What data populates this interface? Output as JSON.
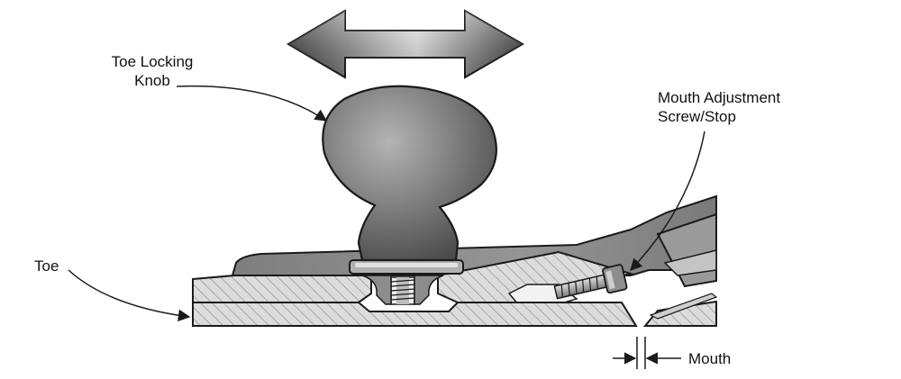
{
  "labels": {
    "knob": [
      "Toe Locking",
      "Knob"
    ],
    "screw": [
      "Mouth Adjustment",
      "Screw/Stop"
    ],
    "toe": "Toe",
    "mouth": "Mouth"
  },
  "colors": {
    "line": "#1a1a1a",
    "knob_dark": "#5a5a5a",
    "knob_light": "#a8a8a8",
    "body_fill": "#8c8c8c",
    "sole_fill": "#d4d4d4",
    "hatch": "#8a8a8a"
  },
  "icons": {
    "motion": "double-headed-arrow-icon"
  }
}
